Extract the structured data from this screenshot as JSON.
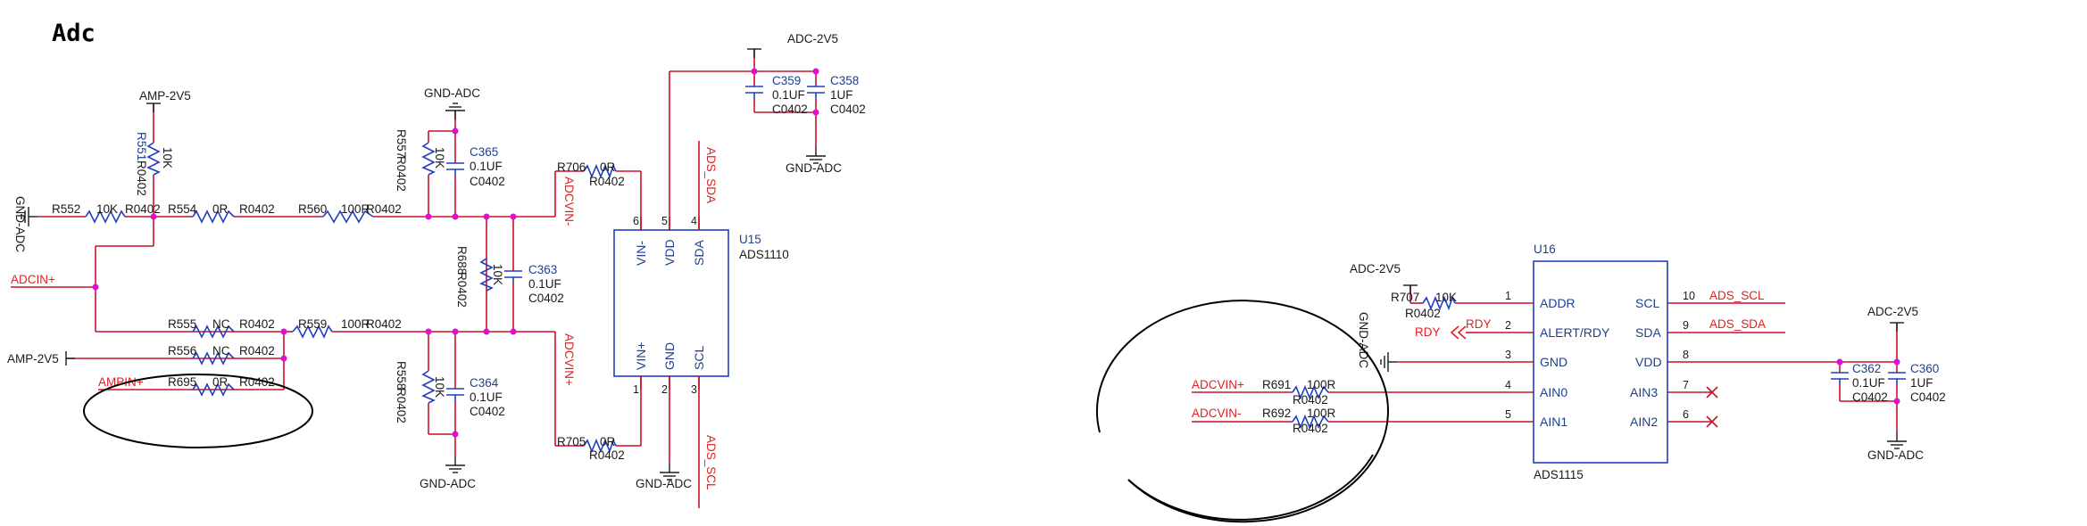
{
  "title": "Adc",
  "power_symbols": {
    "amp_2v5_top": "AMP-2V5",
    "amp_2v5_left": "AMP-2V5",
    "gnd_adc_left": "GND-ADC",
    "gnd_adc_c365": "GND-ADC",
    "gnd_adc_c364": "GND-ADC",
    "gnd_adc_u15": "GND-ADC",
    "adc_2v5_u15": "ADC-2V5",
    "gnd_adc_c358": "GND-ADC",
    "adc_2v5_r707": "ADC-2V5",
    "gnd_adc_u16": "GND-ADC",
    "adc_2v5_c360": "ADC-2V5",
    "gnd_adc_c360": "GND-ADC"
  },
  "nets": {
    "adcin_plus": "ADCIN+",
    "ampin_plus": "AMPIN+",
    "adcvin_minus": "ADCVIN-",
    "adcvin_plus": "ADCVIN+",
    "ads_sda_u15": "ADS_SDA",
    "ads_scl_u15": "ADS_SCL",
    "rdy_label": "RDY",
    "rdy_port": "RDY",
    "ads_scl_u16": "ADS_SCL",
    "ads_sda_u16": "ADS_SDA",
    "adcvin_plus_u16": "ADCVIN+",
    "adcvin_minus_u16": "ADCVIN-"
  },
  "components": {
    "r551": {
      "ref": "R551",
      "pkg": "R0402",
      "value": "10K"
    },
    "r552": {
      "ref": "R552",
      "value": "10K",
      "pkg": "R0402"
    },
    "r554": {
      "ref": "R554",
      "value": "0R",
      "pkg": "R0402"
    },
    "r560": {
      "ref": "R560",
      "value": "100R",
      "pkg": "R0402"
    },
    "r557": {
      "ref": "R557",
      "pkg": "R0402",
      "value": "10K"
    },
    "c365": {
      "ref": "C365",
      "value": "0.1UF",
      "pkg": "C0402"
    },
    "r706": {
      "ref": "R706",
      "value": "0R",
      "pkg": "R0402"
    },
    "r688": {
      "ref": "R688",
      "pkg": "R0402",
      "value": "10K"
    },
    "c363": {
      "ref": "C363",
      "value": "0.1UF",
      "pkg": "C0402"
    },
    "r555": {
      "ref": "R555",
      "value": "NC",
      "pkg": "R0402"
    },
    "r559": {
      "ref": "R559",
      "value": "100R",
      "pkg": "R0402"
    },
    "r556": {
      "ref": "R556",
      "value": "NC",
      "pkg": "R0402"
    },
    "r695": {
      "ref": "R695",
      "value": "0R",
      "pkg": "R0402"
    },
    "r558": {
      "ref": "R558",
      "pkg": "R0402",
      "value": "10K"
    },
    "c364": {
      "ref": "C364",
      "value": "0.1UF",
      "pkg": "C0402"
    },
    "r705": {
      "ref": "R705",
      "value": "0R",
      "pkg": "R0402"
    },
    "c359": {
      "ref": "C359",
      "value": "0.1UF",
      "pkg": "C0402"
    },
    "c358": {
      "ref": "C358",
      "value": "1UF",
      "pkg": "C0402"
    },
    "r707": {
      "ref": "R707",
      "value": "10K",
      "pkg": "R0402"
    },
    "r691": {
      "ref": "R691",
      "value": "100R",
      "pkg": "R0402"
    },
    "r692": {
      "ref": "R692",
      "value": "100R",
      "pkg": "R0402"
    },
    "c362": {
      "ref": "C362",
      "value": "0.1UF",
      "pkg": "C0402"
    },
    "c360": {
      "ref": "C360",
      "value": "1UF",
      "pkg": "C0402"
    }
  },
  "u15": {
    "ref": "U15",
    "part": "ADS1110",
    "pins": [
      {
        "num": "6",
        "name": "VIN-"
      },
      {
        "num": "5",
        "name": "VDD"
      },
      {
        "num": "4",
        "name": "SDA"
      },
      {
        "num": "1",
        "name": "VIN+"
      },
      {
        "num": "2",
        "name": "GND"
      },
      {
        "num": "3",
        "name": "SCL"
      }
    ]
  },
  "u16": {
    "ref": "U16",
    "part": "ADS1115",
    "left_pins": [
      {
        "num": "1",
        "name": "ADDR"
      },
      {
        "num": "2",
        "name": "ALERT/RDY"
      },
      {
        "num": "3",
        "name": "GND"
      },
      {
        "num": "4",
        "name": "AIN0"
      },
      {
        "num": "5",
        "name": "AIN1"
      }
    ],
    "right_pins": [
      {
        "num": "10",
        "name": "SCL"
      },
      {
        "num": "9",
        "name": "SDA"
      },
      {
        "num": "8",
        "name": "VDD"
      },
      {
        "num": "7",
        "name": "AIN3"
      },
      {
        "num": "6",
        "name": "AIN2"
      }
    ]
  },
  "colors": {
    "wire": "#c8102e",
    "component": "#1f3fbf",
    "junction": "#e010d0",
    "net_label": "#e02020",
    "ink": "#1a1a1a"
  }
}
